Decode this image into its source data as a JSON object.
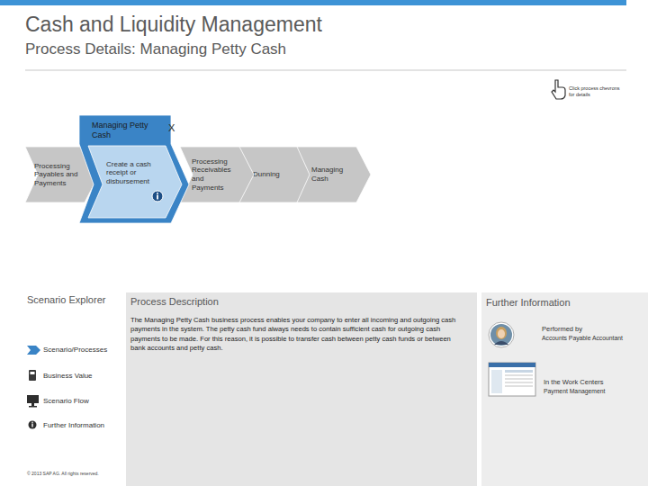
{
  "diagram": {
    "title": "Cash and Liquidity Management",
    "nodes": [
      {
        "text": [
          "Processing Payables and Payments"
        ]
      },
      {
        "text": [
          "Managing Petty Cash"
        ]
      },
      {
        "text": [
          "Create a cash receipt or disbursement"
        ],
        "in": 1
      },
      {
        "text": [
          "Processing Receivables and Payments"
        ]
      },
      {
        "text": [
          "Dunning"
        ]
      },
      {
        "text": [
          "Managing Cash"
        ]
      },
      {
        "text": [
          "Process Description",
          "The Managing Petty Cash business process enables your company to enter all incoming and outgoing cash payments in the system. The petty cash fund always needs to contain sufficient cash for outgoing cash payments to be made. For this reason, it is possible to transfer cash between petty cash funds or between bank accounts and petty cash."
        ]
      },
      {
        "text": [
          "Further Information"
        ]
      }
    ],
    "labels": [
      "Process Details: Managing Petty Cash",
      "Click process chevrons for details",
      "X",
      "Scenario Explorer",
      "Scenario/Processes",
      "Business Value",
      "Scenario Flow",
      "Further Information",
      "© 2013 SAP AG. All rights reserved.",
      "Performed by",
      "Accounts Payable Accountant",
      "In the Work Centers",
      "Payment Management"
    ]
  }
}
